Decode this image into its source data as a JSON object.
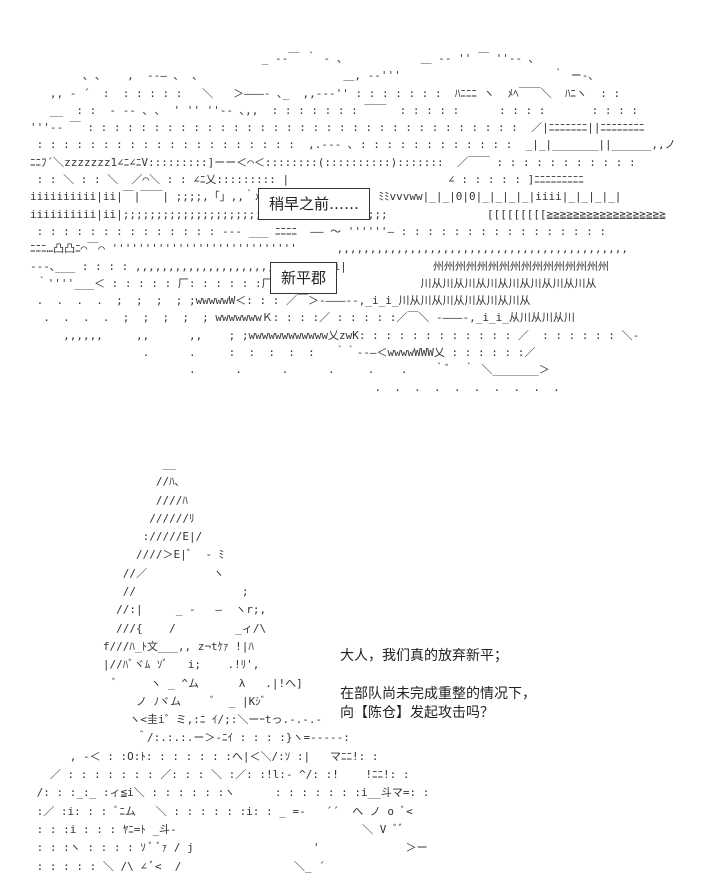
{
  "scene": {
    "time_caption": "稍早之前……",
    "place_caption": "新平郡"
  },
  "landscape_art": [
    "                                   _ -‐￣ ｀ ‐ 、           ＿ -‐ '' ￣ ''‐- ､",
    "        ､ ､    ,  -‐― ､  ､                      ＿, -‐'''                       ｀ ー-､",
    "   ,, ‐ ´  :  : : : : :   ＼   ＞―――- ､_  ,,-‐‐'' : : : : : : :  ﾊﾆﾆﾆ ヽ  ﾒﾍ￣￣＼  ﾊﾆヽ  : :",
    "   __  : :  ‐ -‐ ､ ､  ' '' ''‐- ､,,  : : : : : : : ￣￣  : : : : :      : : : :       : : : :",
    "'''-‐ ￣ : : : : : : : : : : : : : : : : : : : : : : : : : : : : : : : : :  ／|ﾆﾆﾆﾆﾆﾆﾆ||ﾆﾆﾆﾆﾆﾆﾆﾆ",
    " : : : : : : : : : : : : : : : : : : : :  ,.-‐- ､ : : : : : : : : : : : :  _|_|_______||______,,ノ",
    "ﾆﾆﾌ´＼zzzzzzz1∠ﾆ∠ﾆV:::::::::]ーー＜⌒＜::::::::(::::::::::):::::::  ／￣￣ : : : : : : : : : : :",
    " : : ＼ : : ＼  ／⌒＼ : : ∠ﾆ乂::::::::: |                        ∠ : : : : : ]ﾆﾆﾆﾆﾆﾆﾆﾆﾆ",
    "iiiiiiiiii|ii|￣|￣￣| ;;;;,「」,,｀ﾒﾘ,,               ﾐﾐvvvww|_|_|0|0|_|_|_|_|iiii|_|_|_|_|",
    "iiiiiiiiii|ii|;;;;;;;;;;;;;;;;;;;;;;;;;;;;;;;;;;;;;;;;               [[[[[[[[[≧≧≧≧≧≧≧≧≧≧≧≧≧≧≧≧≧≧",
    " : : : : : : : : : : : : : : ‐-- ___ ﾆﾆﾆﾆ  ―― ～ ''''''― : : : : : : : : : : : : : : : :",
    "ﾆﾆﾆ…凸凸ﾆ⌒￣⌒ ''''''''''''''''''''''''''''      ,,,,,,,,,,,,,,,,,,,,,,,,,,,,,,,,,,,,,,,,,,,,",
    "---､___ : : : : ,,,,,,,,,,,,,,,,,,,,,iiiiiiiiii|             州州州州州州州州州州州州州州州州",
    " ｀''''___＜ : : : : : 厂: : : : : :厂￣ : : :＞             川从川从川从川从川从川从川从川从",
    " .  .  .  .  ;  ;  ;  ; ;wwwwwW＜: : : ／￣＞-―――‐-,_i_i_川从川从川从川从川从川从",
    "  .  .  .  .  ;  ;  ;  ;  ; wwwwwwwＫ: : : :／ : : : : :／￣＼ -―――-,_i_i_从川从川从川",
    "     ,,,,,,     ,,      ,,    ; ;wwwwwwwwwwww乂zwK: : : : : : : : : : : : ／  : : : : : : ＼-",
    "                 .      .     :  :  :  :  :   ｀｀-‐―＜wwwwWWW乂 : : : : : :／",
    "                        .      .      .      .     .    .    ｀ﾞ  ｀ ＼_______＞",
    "                                                    .  .  .  .  .  .  .  .  .  ."
  ],
  "character_art": [
    "                    __",
    "                   //ﾊ､",
    "                   ////ﾊ",
    "                  //////ﾘ",
    "                 ://///E|/",
    "                ////＞E|ﾞ  - ﾐ",
    "              //／          ヽ",
    "              //                ;",
    "             //:|     _ -   ―  ヽr;,",
    "             ///{    /         _ィ/\\",
    "           f///ﾊ_ﾄ文___,, z¬tｹｧ !|ﾊ",
    "           |//ﾊﾞヾﾑ ｿﾞ   i;    .!ﾘ',",
    "             ﾞ     ヽ _ ^ム      λ   .|!へ]",
    "                ノ ﾉヾム     ﾞ  _ |Kｼﾞ",
    "               ヽ<圭i゛ミ,:ﾆ ｲ/;:＼ーｰtっ.-.-.-",
    "                ＾/:.:.:.ー＞-ﾆｲ : : : :}ヽ=-----:",
    "      , -＜ : :O:ﾄ: : : : : : :へ|＜＼/:ｿ :|   マﾆﾆ!: :",
    "   ／ : : : : : : : ／: : : ＼ :／: :!l:‐ ^/: :!    !ﾆﾆ!: :",
    " /: : :_:_ :ィ≦i＼ : : : : : :ヽ      : : : : : : :i__斗マ=: :",
    " :／ :i: : : ﾞﾆム   ＼ : : : : : :i: : _ =-   ´´  ヘ ノ o ﾞ<",
    " : : :i : : : ﾔﾆ=ﾄ _斗-                            ＼ V ﾞﾞ",
    " : : :ヽ : : : : ｿ ﾞ ﾞｧ / j                  '             ＞ー",
    " : : : : : ＼ /\\ ∠ ﾞ<  /                 ＼_ ´"
  ],
  "dialogue": {
    "line1": "大人，我们真的放弃新平；",
    "line2": "在部队尚未完成重整的情况下，",
    "line3": "向【陈仓】发起攻击吗？"
  }
}
